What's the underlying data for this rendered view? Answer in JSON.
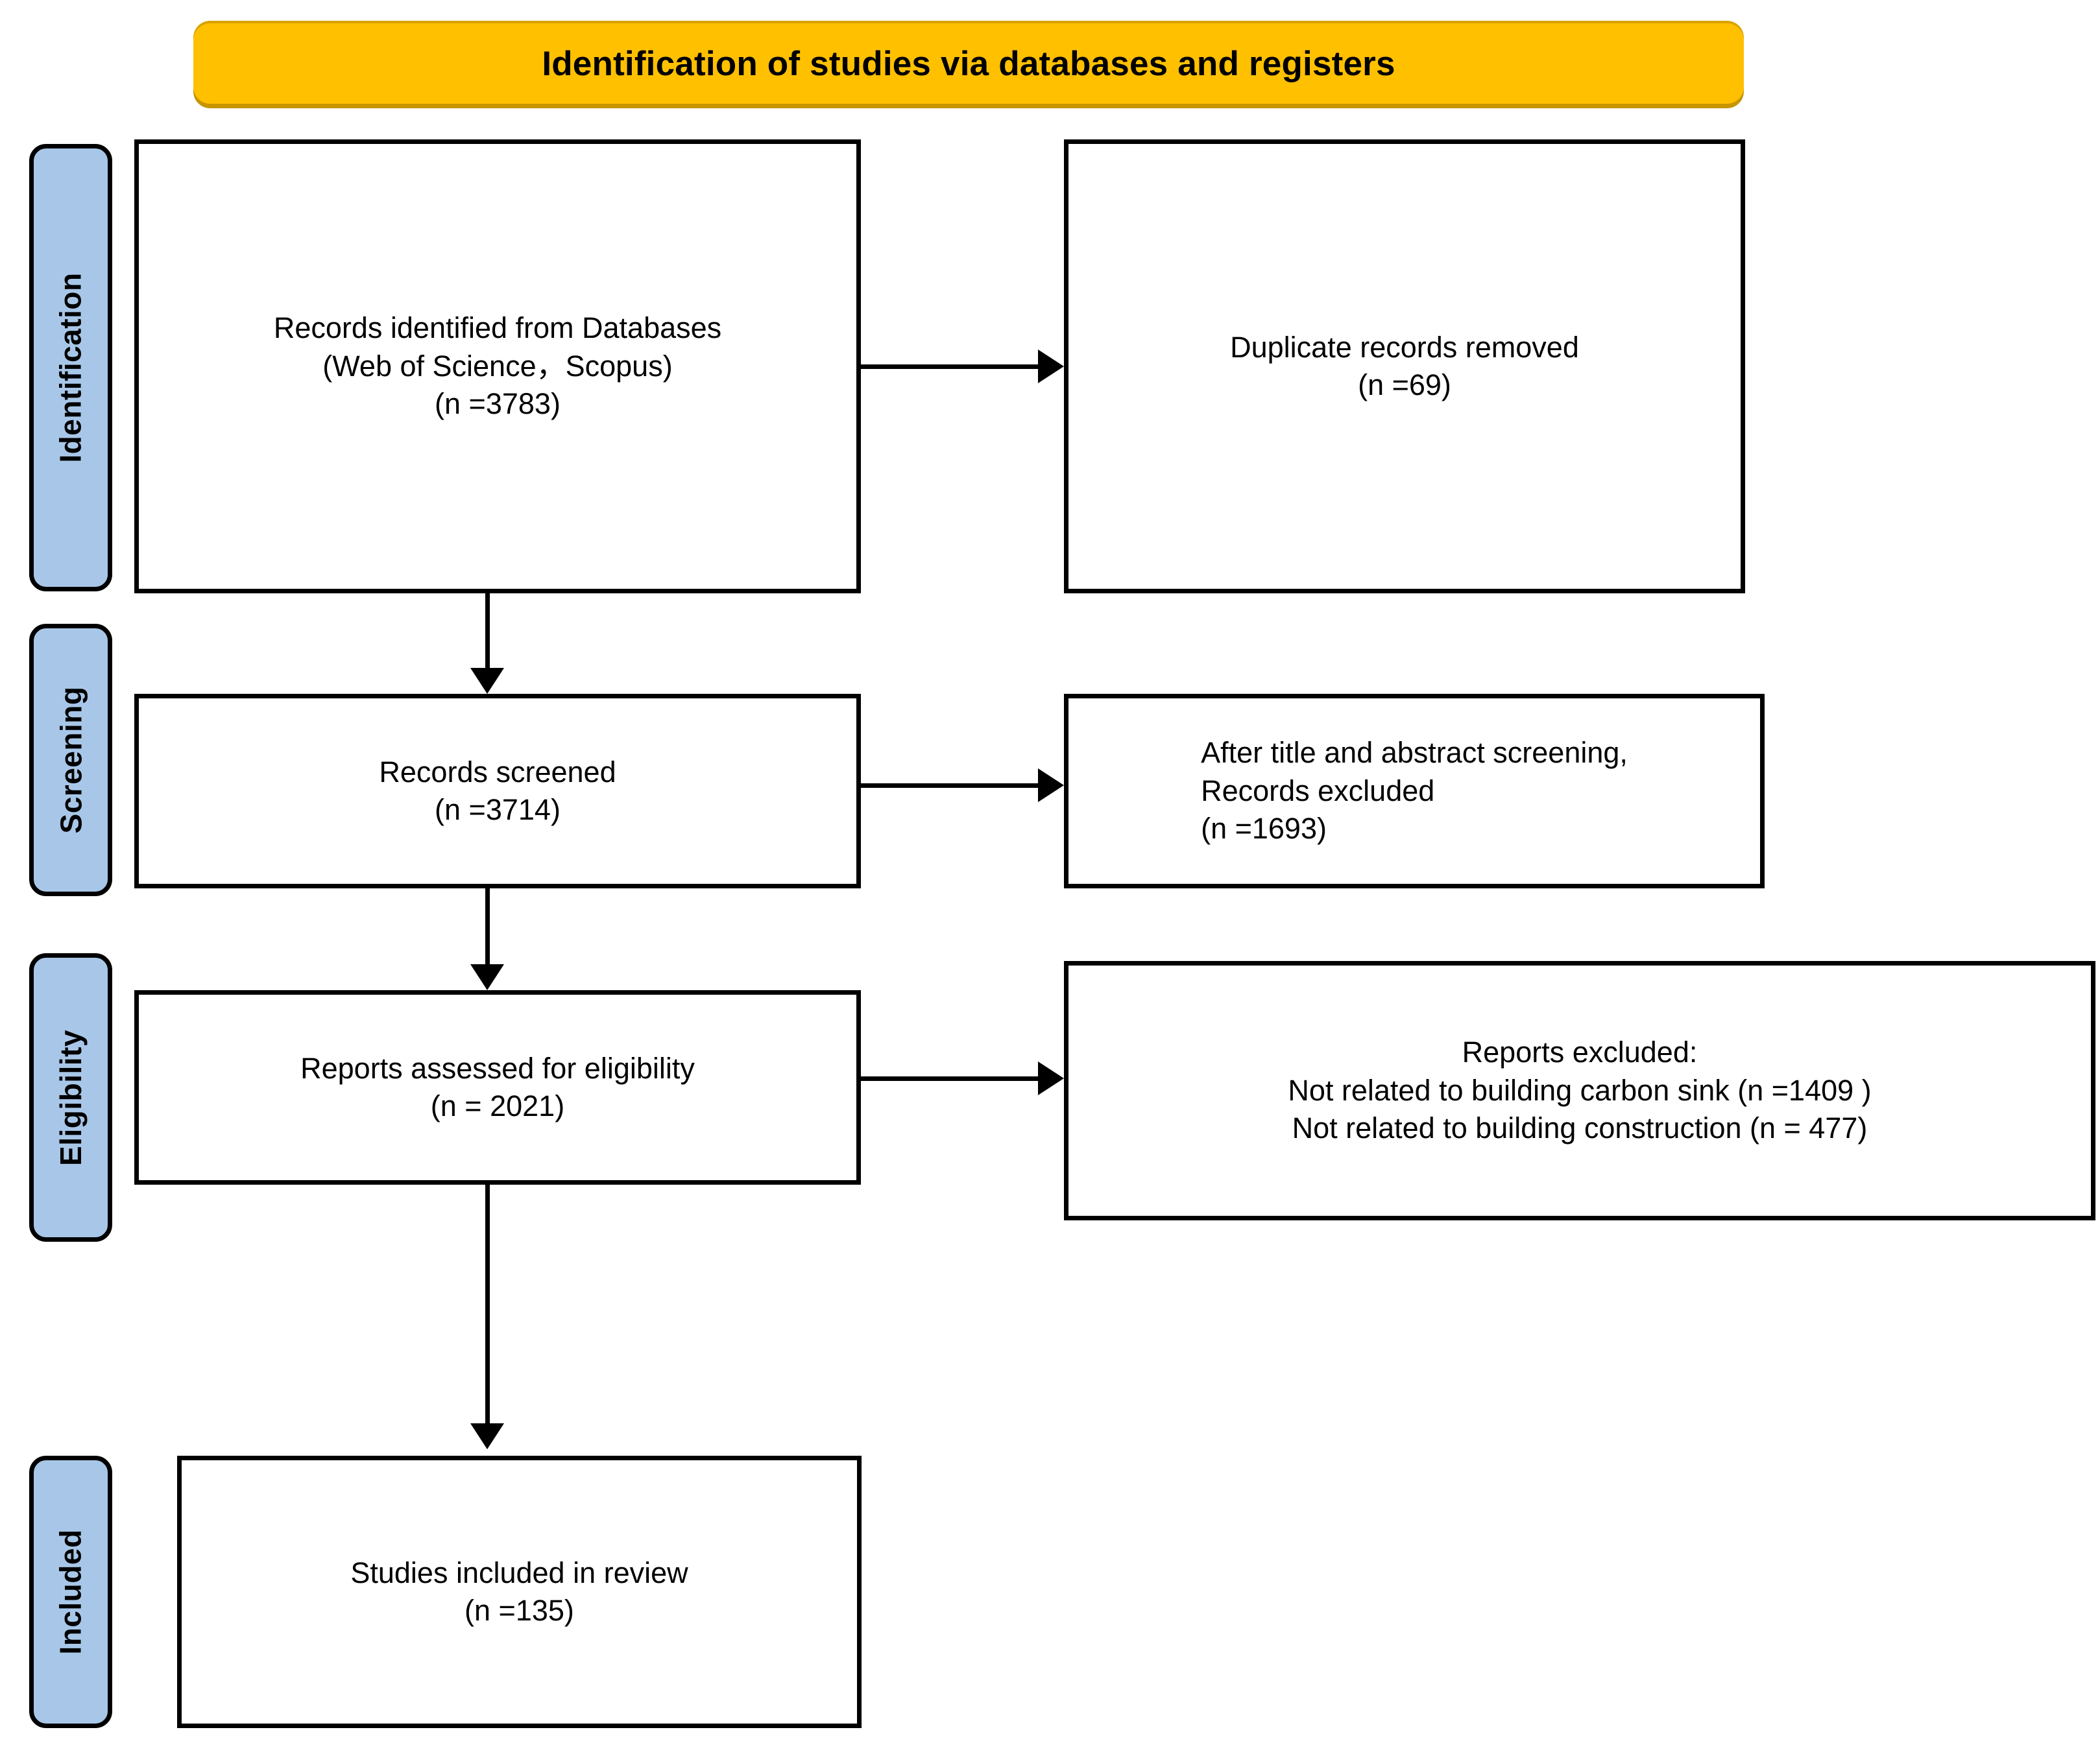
{
  "header": {
    "title": "Identification of studies via databases and registers",
    "background_color": "#FFC000",
    "text_color": "#000000"
  },
  "theme": {
    "stage_label_background": "#A8C7E8",
    "box_border_color": "#000000",
    "box_background": "#FFFFFF",
    "arrow_color": "#000000"
  },
  "stages": [
    {
      "id": "identification",
      "label": "Identification"
    },
    {
      "id": "screening",
      "label": "Screening"
    },
    {
      "id": "eligibility",
      "label": "Eligibility"
    },
    {
      "id": "included",
      "label": "Included"
    }
  ],
  "boxes": {
    "records_identified": {
      "text": "Records identified from Databases\n(Web of Science，Scopus)\n(n =3783)",
      "align": "center"
    },
    "duplicates_removed": {
      "text": "Duplicate records removed\n(n =69)",
      "align": "center"
    },
    "records_screened": {
      "text": "Records screened\n(n =3714)",
      "align": "center"
    },
    "records_excluded": {
      "text": "After title and abstract screening,\nRecords excluded\n(n =1693)",
      "align": "left"
    },
    "reports_assessed": {
      "text": "Reports assessed for eligibility\n(n = 2021)",
      "align": "center"
    },
    "reports_excluded": {
      "text": "Reports excluded:\nNot related to building carbon sink  (n =1409 )\nNot related to building construction  (n = 477)",
      "align": "center"
    },
    "studies_included": {
      "text": "Studies included in review\n(n =135)",
      "align": "center"
    }
  },
  "chart_data": {
    "type": "diagram",
    "title": "Identification of studies via databases and registers",
    "diagram_kind": "PRISMA flow diagram",
    "nodes": [
      {
        "id": "records_identified",
        "stage": "Identification",
        "label": "Records identified from Databases (Web of Science，Scopus)",
        "n": 3783
      },
      {
        "id": "duplicates_removed",
        "stage": "Identification",
        "label": "Duplicate records removed",
        "n": 69
      },
      {
        "id": "records_screened",
        "stage": "Screening",
        "label": "Records screened",
        "n": 3714
      },
      {
        "id": "records_excluded",
        "stage": "Screening",
        "label": "After title and abstract screening, Records excluded",
        "n": 1693
      },
      {
        "id": "reports_assessed",
        "stage": "Eligibility",
        "label": "Reports assessed for eligibility",
        "n": 2021
      },
      {
        "id": "reports_excluded",
        "stage": "Eligibility",
        "label": "Reports excluded",
        "n": null,
        "reasons": [
          {
            "reason": "Not related to building carbon sink",
            "n": 1409
          },
          {
            "reason": "Not related to building construction",
            "n": 477
          }
        ]
      },
      {
        "id": "studies_included",
        "stage": "Included",
        "label": "Studies included in review",
        "n": 135
      }
    ],
    "edges": [
      {
        "from": "records_identified",
        "to": "duplicates_removed",
        "direction": "right"
      },
      {
        "from": "records_identified",
        "to": "records_screened",
        "direction": "down"
      },
      {
        "from": "records_screened",
        "to": "records_excluded",
        "direction": "right"
      },
      {
        "from": "records_screened",
        "to": "reports_assessed",
        "direction": "down"
      },
      {
        "from": "reports_assessed",
        "to": "reports_excluded",
        "direction": "right"
      },
      {
        "from": "reports_assessed",
        "to": "studies_included",
        "direction": "down"
      }
    ]
  }
}
